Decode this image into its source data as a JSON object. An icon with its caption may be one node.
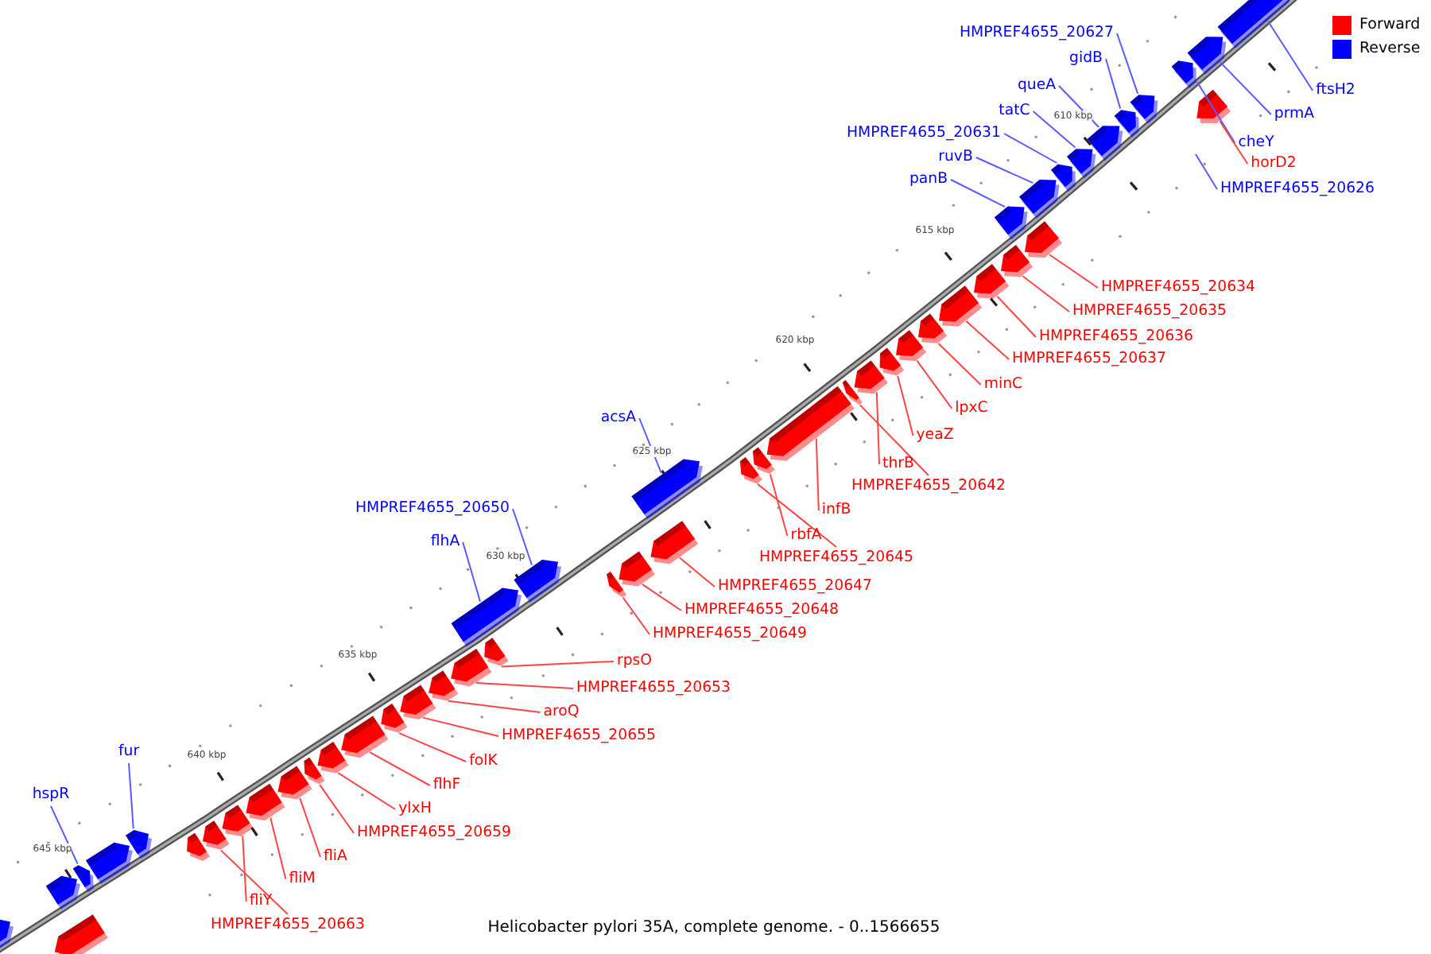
{
  "diagram": {
    "caption": "Helicobacter pylori 35A, complete genome. - 0..1566655",
    "nodes": [
      {
        "text": [
          "HMPREF4655_20627"
        ]
      },
      {
        "text": [
          "gidB"
        ]
      },
      {
        "text": [
          "queA"
        ]
      },
      {
        "text": [
          "ftsH2"
        ]
      },
      {
        "text": [
          "tatC"
        ]
      },
      {
        "text": [
          "prmA"
        ]
      },
      {
        "text": [
          "HMPREF4655_20631"
        ]
      },
      {
        "text": [
          "cheY"
        ]
      },
      {
        "text": [
          "ruvB"
        ]
      },
      {
        "text": [
          "horD2"
        ]
      },
      {
        "text": [
          "panB"
        ]
      },
      {
        "text": [
          "HMPREF4655_20626"
        ]
      },
      {
        "text": [
          "HMPREF4655_20634"
        ]
      },
      {
        "text": [
          "HMPREF4655_20635"
        ]
      },
      {
        "text": [
          "HMPREF4655_20636"
        ]
      },
      {
        "text": [
          "HMPREF4655_20637"
        ]
      },
      {
        "text": [
          "minC"
        ]
      },
      {
        "text": [
          "lpxC"
        ]
      },
      {
        "text": [
          "acsA"
        ]
      },
      {
        "text": [
          "yeaZ"
        ]
      },
      {
        "text": [
          "thrB"
        ]
      },
      {
        "text": [
          "HMPREF4655_20642"
        ]
      },
      {
        "text": [
          "HMPREF4655_20650"
        ]
      },
      {
        "text": [
          "infB"
        ]
      },
      {
        "text": [
          "rbfA"
        ]
      },
      {
        "text": [
          "flhA"
        ]
      },
      {
        "text": [
          "HMPREF4655_20645"
        ]
      },
      {
        "text": [
          "HMPREF4655_20647"
        ]
      },
      {
        "text": [
          "HMPREF4655_20648"
        ]
      },
      {
        "text": [
          "HMPREF4655_20649"
        ]
      },
      {
        "text": [
          "rpsO"
        ]
      },
      {
        "text": [
          "HMPREF4655_20653"
        ]
      },
      {
        "text": [
          "aroQ"
        ]
      },
      {
        "text": [
          "HMPREF4655_20655"
        ]
      },
      {
        "text": [
          "fur"
        ]
      },
      {
        "text": [
          "folK"
        ]
      },
      {
        "text": [
          "flhF"
        ]
      },
      {
        "text": [
          "hspR"
        ]
      },
      {
        "text": [
          "ylxH"
        ]
      },
      {
        "text": [
          "HMPREF4655_20659"
        ]
      },
      {
        "text": [
          "fliA"
        ]
      },
      {
        "text": [
          "fliM"
        ]
      },
      {
        "text": [
          "fliY"
        ]
      },
      {
        "text": [
          "HMPREF4655_20663"
        ]
      },
      {
        "text": [],
        "shape": "bar"
      },
      {
        "text": [],
        "shape": "bar"
      },
      {
        "text": [],
        "shape": "bar"
      },
      {
        "text": [],
        "shape": "bar"
      },
      {
        "text": [],
        "shape": "bar"
      },
      {
        "text": [],
        "shape": "bar"
      },
      {
        "text": [],
        "shape": "bar"
      },
      {
        "text": [],
        "shape": "bar"
      },
      {
        "text": [],
        "shape": "bar"
      },
      {
        "text": [],
        "shape": "bar"
      },
      {
        "text": [],
        "shape": "bar"
      },
      {
        "text": [],
        "shape": "bar"
      },
      {
        "text": [],
        "shape": "bar"
      },
      {
        "text": [],
        "shape": "bar"
      },
      {
        "text": [],
        "shape": "bar"
      },
      {
        "text": [],
        "shape": "bar"
      },
      {
        "text": [],
        "shape": "bar"
      },
      {
        "text": [],
        "shape": "bar"
      },
      {
        "text": [],
        "shape": "bar"
      },
      {
        "text": [],
        "shape": "bar"
      },
      {
        "text": [],
        "shape": "bar"
      },
      {
        "text": [],
        "shape": "bar"
      },
      {
        "text": [],
        "shape": "bar"
      },
      {
        "text": [],
        "shape": "bar"
      },
      {
        "text": [],
        "shape": "bar"
      },
      {
        "text": [],
        "shape": "bar"
      },
      {
        "text": [],
        "shape": "bar"
      },
      {
        "text": [],
        "shape": "bar"
      },
      {
        "text": [],
        "shape": "bar"
      },
      {
        "text": [],
        "shape": "bar"
      },
      {
        "text": [],
        "shape": "bar"
      },
      {
        "text": [],
        "shape": "bar"
      },
      {
        "text": [],
        "shape": "bar"
      },
      {
        "text": [],
        "shape": "bar"
      },
      {
        "text": [],
        "shape": "bar"
      },
      {
        "text": [],
        "shape": "bar"
      },
      {
        "text": [],
        "shape": "bar"
      },
      {
        "text": [],
        "shape": "bar"
      },
      {
        "text": [],
        "shape": "bar"
      },
      {
        "text": [],
        "shape": "bar"
      },
      {
        "text": [],
        "shape": "bar"
      },
      {
        "text": [],
        "shape": "bar"
      },
      {
        "text": [],
        "shape": "bar"
      },
      {
        "text": [],
        "shape": "bar"
      },
      {
        "text": [],
        "shape": "bar"
      },
      {
        "text": [],
        "shape": "bar"
      },
      {
        "text": [],
        "shape": "bar"
      },
      {
        "text": [],
        "shape": "bar"
      }
    ],
    "edges": [
      {
        "from": 0,
        "to": 44,
        "arrow": "none",
        "color": "#5a5aff"
      },
      {
        "from": 1,
        "to": 45,
        "arrow": "none",
        "color": "#5a5aff"
      },
      {
        "from": 2,
        "to": 46,
        "arrow": "none",
        "color": "#5a5aff"
      },
      {
        "from": 3,
        "to": 47,
        "arrow": "none",
        "color": "#5a5aff"
      },
      {
        "from": 4,
        "to": 48,
        "arrow": "none",
        "color": "#5a5aff"
      },
      {
        "from": 5,
        "to": 49,
        "arrow": "none",
        "color": "#5a5aff"
      },
      {
        "from": 6,
        "to": 50,
        "arrow": "none",
        "color": "#5a5aff"
      },
      {
        "from": 7,
        "to": 51,
        "arrow": "none",
        "color": "#5a5aff"
      },
      {
        "from": 8,
        "to": 52,
        "arrow": "none",
        "color": "#5a5aff"
      },
      {
        "from": 9,
        "to": 53,
        "arrow": "none"
      },
      {
        "from": 10,
        "to": 54,
        "arrow": "none",
        "color": "#5a5aff"
      },
      {
        "from": 11,
        "to": null,
        "arrow": "none",
        "color": "#5a5aff"
      },
      {
        "from": 12,
        "to": 55,
        "arrow": "none"
      },
      {
        "from": 13,
        "to": 56,
        "arrow": "none"
      },
      {
        "from": 14,
        "to": 57,
        "arrow": "none"
      },
      {
        "from": 15,
        "to": 58,
        "arrow": "none"
      },
      {
        "from": 16,
        "to": 59,
        "arrow": "none"
      },
      {
        "from": 17,
        "to": 60,
        "arrow": "none"
      },
      {
        "from": 18,
        "to": 61,
        "arrow": "none",
        "color": "#5a5aff"
      },
      {
        "from": 19,
        "to": 62,
        "arrow": "none"
      },
      {
        "from": 20,
        "to": 63,
        "arrow": "none"
      },
      {
        "from": 21,
        "to": 64,
        "arrow": "none"
      },
      {
        "from": 22,
        "to": 65,
        "arrow": "none",
        "color": "#5a5aff"
      },
      {
        "from": 23,
        "to": 66,
        "arrow": "none"
      },
      {
        "from": 24,
        "to": 67,
        "arrow": "none"
      },
      {
        "from": 25,
        "to": 68,
        "arrow": "none",
        "color": "#5a5aff"
      },
      {
        "from": 26,
        "to": 69,
        "arrow": "none"
      },
      {
        "from": 27,
        "to": 70,
        "arrow": "none"
      },
      {
        "from": 28,
        "to": 71,
        "arrow": "none"
      },
      {
        "from": 29,
        "to": 72,
        "arrow": "none"
      },
      {
        "from": 30,
        "to": 73,
        "arrow": "none"
      },
      {
        "from": 31,
        "to": 74,
        "arrow": "none"
      },
      {
        "from": 32,
        "to": 75,
        "arrow": "none"
      },
      {
        "from": 33,
        "to": 76,
        "arrow": "none"
      },
      {
        "from": 34,
        "to": 77,
        "arrow": "none",
        "color": "#5a5aff"
      },
      {
        "from": 35,
        "to": 78,
        "arrow": "none"
      },
      {
        "from": 36,
        "to": 79,
        "arrow": "none"
      },
      {
        "from": 37,
        "to": 80,
        "arrow": "none",
        "color": "#5a5aff"
      },
      {
        "from": 38,
        "to": 81,
        "arrow": "none"
      },
      {
        "from": 39,
        "to": 82,
        "arrow": "none"
      },
      {
        "from": 40,
        "to": 83,
        "arrow": "none"
      },
      {
        "from": 41,
        "to": 84,
        "arrow": "none"
      },
      {
        "from": 42,
        "to": 85,
        "arrow": "none"
      },
      {
        "from": 43,
        "to": 86,
        "arrow": "none"
      }
    ],
    "labels": [
      "610 kbp",
      "615 kbp",
      "620 kbp",
      "625 kbp",
      "630 kbp",
      "635 kbp",
      "640 kbp",
      "645 kbp"
    ],
    "legend": [
      {
        "text": "Forward",
        "color": "#ff0000"
      },
      {
        "text": "Reverse",
        "color": "#0000ff"
      }
    ]
  }
}
